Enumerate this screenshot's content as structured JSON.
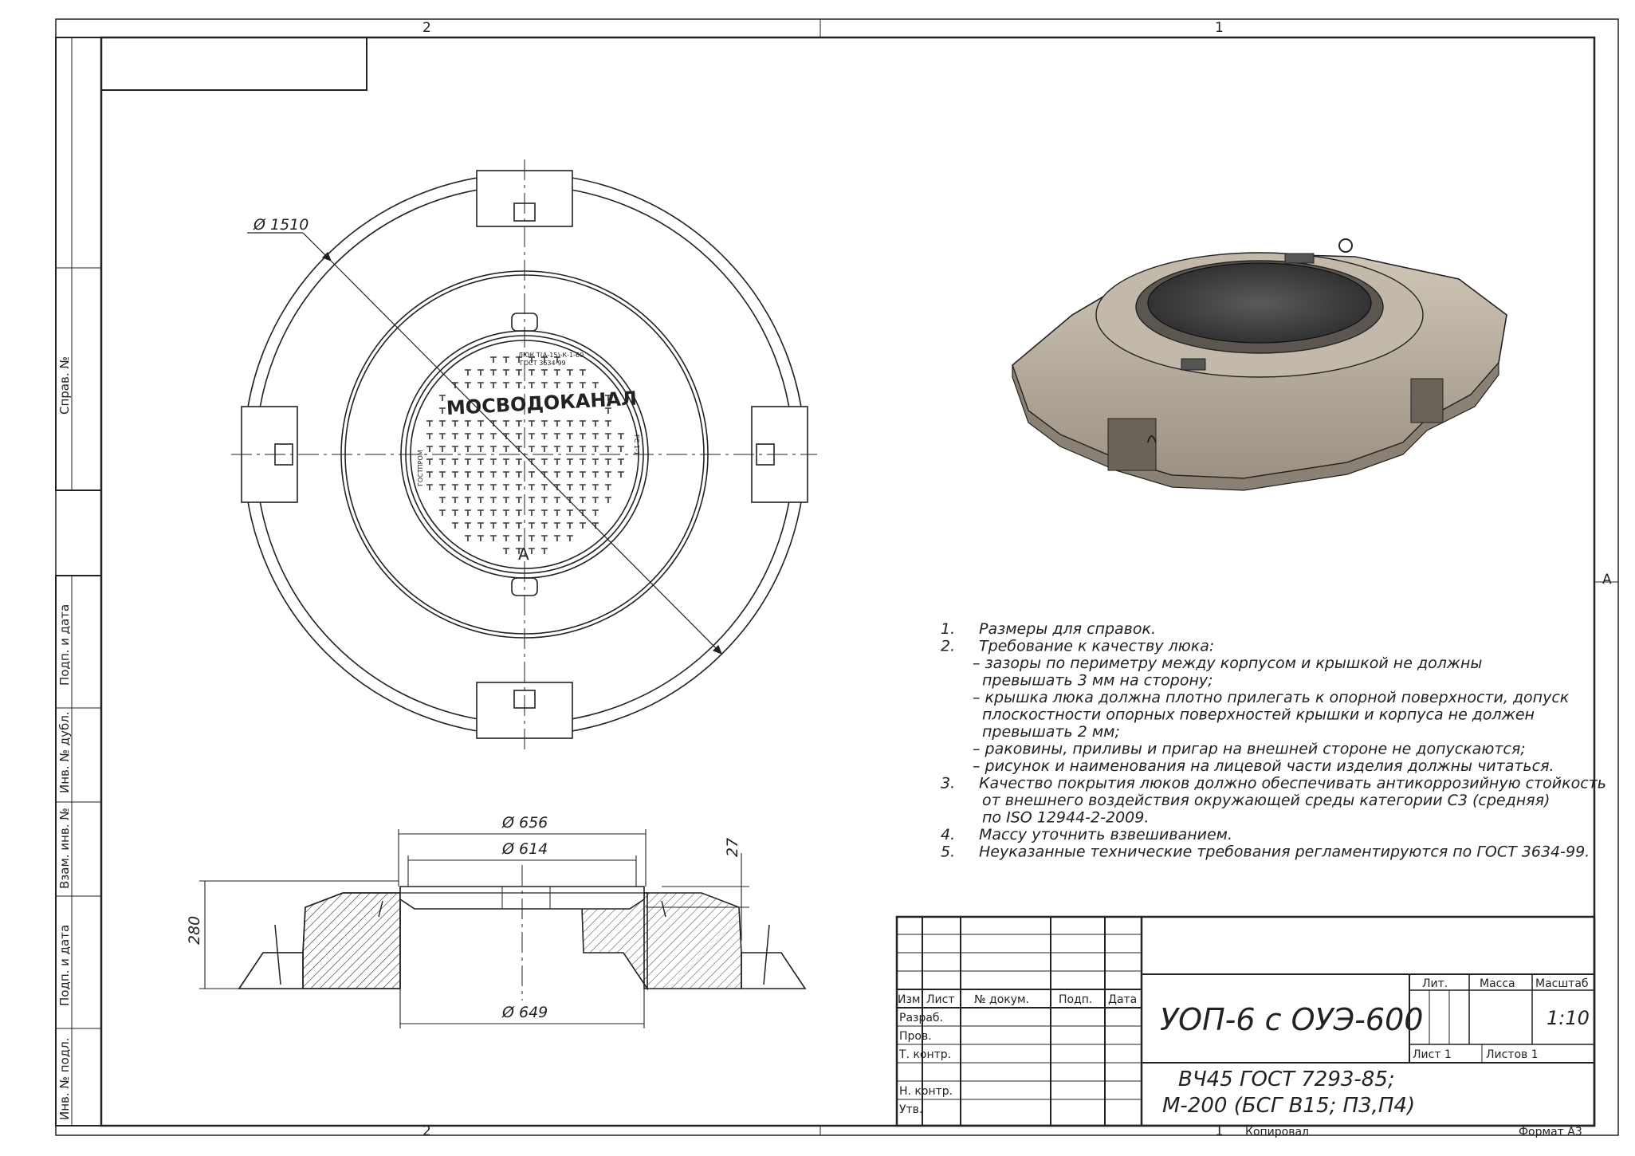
{
  "zones": {
    "top_left": "2",
    "top_right": "1",
    "bottom_left": "2",
    "bottom_right": "1",
    "right_side": "A"
  },
  "left_strip": {
    "sprav": "Справ. №",
    "podp1": "Подп. и дата",
    "inv_dubl": "Инв. № дубл.",
    "vzam": "Взам. инв. №",
    "podp2": "Подп. и дата",
    "inv_podl": "Инв. № подл."
  },
  "plan_view": {
    "diameter_label": "Ø 1510",
    "cover_brand": "МОСВОДОКАНАЛ",
    "cover_small_top": "ЛЮК Т(А-15)-К-1-60",
    "cover_small_top2": "ГОСТ 3634-99",
    "cover_side_left": "ГОСТПРОМ",
    "cover_side_right": "РС 1-1",
    "cover_letter": "А"
  },
  "section_view": {
    "d656": "Ø 656",
    "d614": "Ø 614",
    "d649": "Ø 649",
    "h27": "27",
    "h280": "280"
  },
  "notes": [
    {
      "n": "1.",
      "text": "Размеры для справок."
    },
    {
      "n": "2.",
      "text": "Требование к качеству люка:"
    },
    {
      "n": "",
      "text": "– зазоры по периметру между корпусом и крышкой не должны"
    },
    {
      "n": "",
      "text": "превышать 3 мм на сторону;"
    },
    {
      "n": "",
      "text": "– крышка люка должна плотно прилегать к опорной поверхности, допуск"
    },
    {
      "n": "",
      "text": "плоскостности опорных поверхностей крышки и корпуса не должен"
    },
    {
      "n": "",
      "text": "превышать 2 мм;"
    },
    {
      "n": "",
      "text": "– раковины, приливы и пригар на внешней стороне не допускаются;"
    },
    {
      "n": "",
      "text": "– рисунок и наименования на лицевой части изделия должны читаться."
    },
    {
      "n": "3.",
      "text": "Качество покрытия люков должно обеспечивать антикоррозийную стойкость"
    },
    {
      "n": "",
      "text": "от внешнего воздействия окружающей среды категории С3 (средняя)"
    },
    {
      "n": "",
      "text": "по ISO 12944-2-2009."
    },
    {
      "n": "4.",
      "text": "Массу уточнить взвешиванием."
    },
    {
      "n": "5.",
      "text": "Неуказанные технические требования регламентируются по ГОСТ 3634-99."
    }
  ],
  "title_block": {
    "izm": "Изм.",
    "list": "Лист",
    "n_dokum": "№ докум.",
    "podp": "Подп.",
    "data": "Дата",
    "razrab": "Разраб.",
    "prov": "Пров.",
    "t_kontr": "Т. контр.",
    "n_kontr": "Н. контр.",
    "utv": "Утв.",
    "designation": "УОП-6 с ОУЭ-600",
    "material_1": "ВЧ45 ГОСТ 7293-85;",
    "material_2": "М-200 (БСГ В15; П3,П4)",
    "lit": "Лит.",
    "massa": "Масса",
    "masshtab": "Масштаб",
    "scale": "1:10",
    "sheet": "Лист 1",
    "sheets": "Листов 1"
  },
  "footer": {
    "copied": "Копировал",
    "format": "Формат А3"
  }
}
